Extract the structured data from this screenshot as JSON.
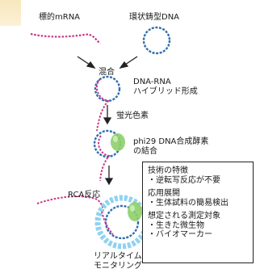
{
  "labels": {
    "target_mrna": "標的mRNA",
    "circular_dna": "環状鋳型DNA",
    "mix": "混合",
    "hybrid_line1": "DNA-RNA",
    "hybrid_line2": "ハイブリッド形成",
    "fluorescent_dye": "蛍光色素",
    "enzyme_line1": "phi29 DNA合成酵素",
    "enzyme_line2": "の結合",
    "rca": "RCA反応",
    "realtime_line1": "リアルタイム",
    "realtime_line2": "モニタリング"
  },
  "infobox": {
    "features_title": "技術の特徴",
    "features_item": "・逆転写反応が不要",
    "applications_title": "応用展開",
    "applications_item": "・生体試料の簡易検出",
    "targets_title": "想定される測定対象",
    "targets_item1": "・生きた微生物",
    "targets_item2": "・バイオマーカー"
  },
  "colors": {
    "rna": "#c8378a",
    "dna": "#2f6fb3",
    "enzyme": "#8fcf6a",
    "product": "#8fd3f0",
    "corner": "#f7e7bd"
  }
}
